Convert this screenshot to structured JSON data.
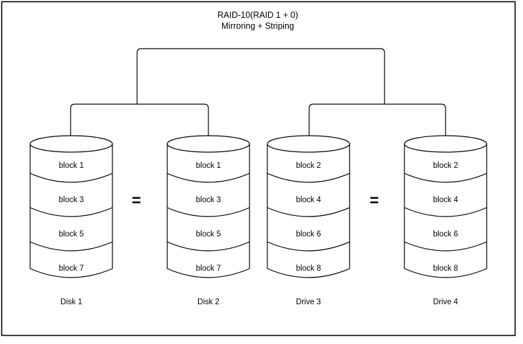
{
  "diagram": {
    "title_line1": "RAID-10(RAID 1 + 0)",
    "title_line2": "Mirroring + Striping",
    "border_color": "#000000",
    "background_color": "#ffffff",
    "stroke_color": "#000000"
  },
  "equals_signs": [
    {
      "label": "=",
      "between": "Disk 1 and Disk 2"
    },
    {
      "label": "=",
      "between": "Drive 3 and Drive 4"
    }
  ],
  "disks": [
    {
      "label": "Disk 1",
      "blocks": [
        "block 1",
        "block 3",
        "block 5",
        "block 7"
      ]
    },
    {
      "label": "Disk 2",
      "blocks": [
        "block 1",
        "block 3",
        "block 5",
        "block 7"
      ]
    },
    {
      "label": "Drive 3",
      "blocks": [
        "block 2",
        "block 4",
        "block 6",
        "block 8"
      ]
    },
    {
      "label": "Drive 4",
      "blocks": [
        "block 2",
        "block 4",
        "block 6",
        "block 8"
      ]
    }
  ]
}
